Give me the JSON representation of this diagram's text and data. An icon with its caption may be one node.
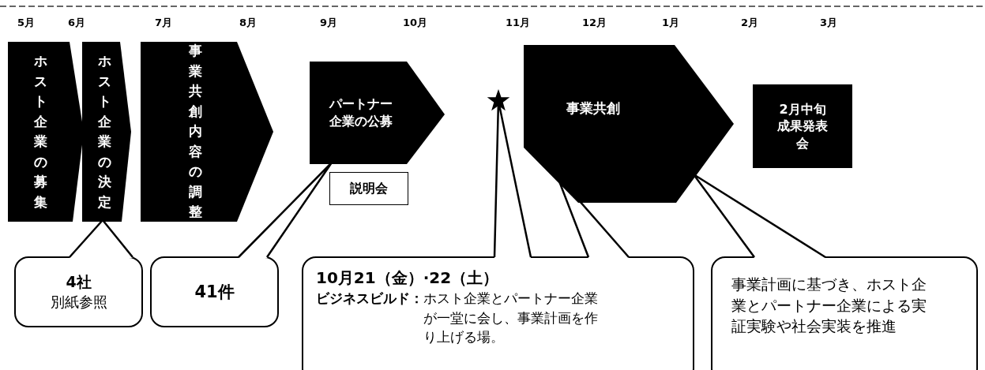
{
  "diagram": {
    "nodes": [
      {
        "text": [
          "ホスト企業の募集"
        ]
      },
      {
        "text": [
          "ホスト企業の決定"
        ]
      },
      {
        "text": [
          "事業共創内容の調整"
        ]
      },
      {
        "text": [
          "パートナー企業の公募"
        ]
      },
      {
        "text": [
          "説明会"
        ]
      },
      {
        "text": [],
        "shape": "star"
      },
      {
        "text": [
          "事業共創"
        ]
      },
      {
        "text": [
          "2月中旬成果発表会"
        ]
      },
      {
        "text": [
          "4社",
          "別紙参照"
        ]
      },
      {
        "text": [
          "41件"
        ]
      },
      {
        "text": [
          "10月21（金）·22（土）",
          "ビジネスビルド：",
          "ホスト企業とパートナー企業が一堂に会し、事業計画を作り上げる場。"
        ]
      },
      {
        "text": [
          "事業計画に基づき、ホスト企業とパートナー企業による実証実験や社会実装を推進"
        ]
      }
    ],
    "edges": [
      {
        "from": 8,
        "to": 1,
        "arrow": "none"
      },
      {
        "from": 9,
        "to": 3,
        "arrow": "none"
      },
      {
        "from": 10,
        "to": 5,
        "arrow": "none"
      },
      {
        "from": 10,
        "to": 6,
        "arrow": "none"
      },
      {
        "from": 11,
        "to": 6,
        "arrow": "none"
      }
    ],
    "labels": [
      "5月",
      "6月",
      "7月",
      "8月",
      "9月",
      "10月",
      "11月",
      "12月",
      "1月",
      "2月",
      "3月"
    ]
  }
}
